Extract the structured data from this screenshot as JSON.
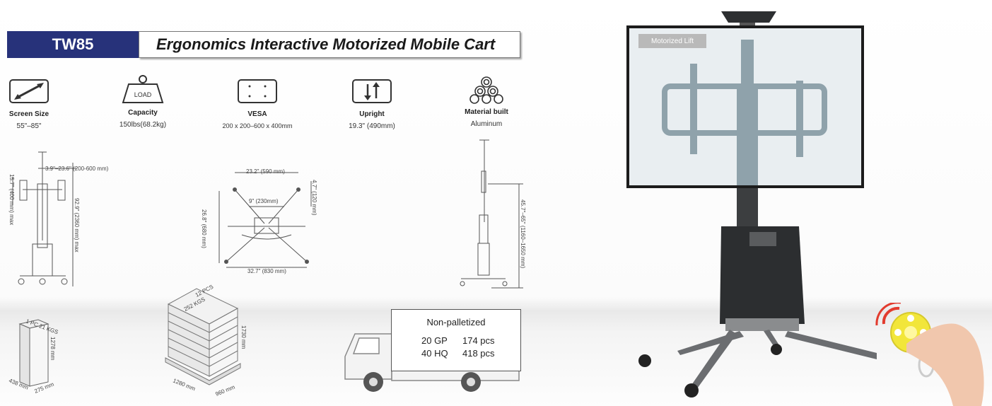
{
  "header": {
    "model": "TW85",
    "title": "Ergonomics Interactive Motorized Mobile Cart"
  },
  "features": [
    {
      "icon": "screen-size-icon",
      "label": "Screen Size",
      "value": "55\"–85\""
    },
    {
      "icon": "load-weight-icon",
      "icon_text": "LOAD",
      "label": "Capacity",
      "value": "150lbs(68.2kg)"
    },
    {
      "icon": "vesa-icon",
      "label": "VESA",
      "value": "200 x 200–600 x 400mm"
    },
    {
      "icon": "upright-icon",
      "label": "Upright",
      "value": "19.3\" (490mm)"
    },
    {
      "icon": "material-coils-icon",
      "label": "Material built",
      "value": "Aluminum"
    }
  ],
  "front_drawing": {
    "width_dim": "3.9\"–23.6\" (200-600 mm)",
    "height_dim": "15.7\" (400 mm) max",
    "total_dim": "92.9\" (2360 mm) max"
  },
  "base_drawing": {
    "top_dim": "23.2\" (590 mm)",
    "inner_dim": "9\" (230mm)",
    "side_dim": "4.7\" (120 mm)",
    "depth_dim": "26.8\" (680 mm)",
    "bottom_dim": "32.7\" (830 mm)"
  },
  "side_drawing": {
    "height_dim": "45.7\"–65\" (1160–1650 mm)"
  },
  "packaging": {
    "single_box": {
      "label": "1 PC 21 KGS",
      "height": "1278 mm",
      "depth": "438 mm",
      "width": "275 mm"
    },
    "pallet": {
      "line1": "12 PCS",
      "line2": "252 KGS",
      "height": "1730 mm",
      "length": "1280 mm",
      "width": "960 mm"
    },
    "shipping": {
      "title": "Non-palletized",
      "rows": [
        {
          "container": "20 GP",
          "qty": "174 pcs"
        },
        {
          "container": "40 HQ",
          "qty": "418 pcs"
        }
      ]
    }
  },
  "product": {
    "overlay_label": "Motorized Lift"
  },
  "colors": {
    "header_navy": "#27327a",
    "remote_yellow": "#f2e63a",
    "signal_red": "#e23b2e"
  }
}
